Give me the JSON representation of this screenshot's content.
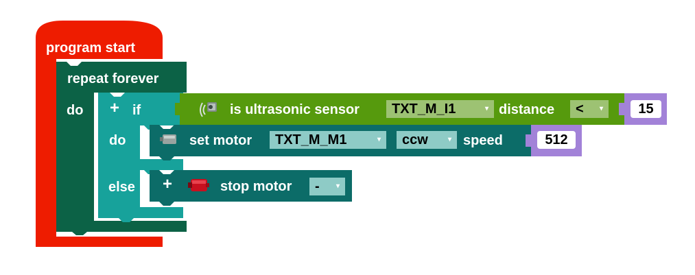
{
  "program": {
    "start_label": "program start"
  },
  "repeat": {
    "label": "repeat forever",
    "do_label": "do"
  },
  "ifblock": {
    "plus": "+",
    "if_label": "if",
    "do_label": "do",
    "else_label": "else"
  },
  "condition": {
    "label": "is ultrasonic sensor",
    "sensor_value": "TXT_M_I1",
    "distance_label": "distance",
    "operator_value": "<",
    "number": "15"
  },
  "set_motor": {
    "label": "set motor",
    "motor_value": "TXT_M_M1",
    "direction_value": "ccw",
    "speed_label": "speed",
    "speed_number": "512"
  },
  "stop_motor": {
    "plus": "+",
    "label": "stop motor",
    "motor_value": "-"
  },
  "dropdown_arrow": "▾",
  "colors": {
    "program_red": "#ee1c00",
    "repeat_green": "#0c6246",
    "if_teal": "#17a29b",
    "sensor_green": "#569a0d",
    "motor_teal": "#0c6c68",
    "number_purple": "#a282d8"
  },
  "icons": [
    "ultrasonic-sensor-icon",
    "motor-icon",
    "red-motor-icon"
  ]
}
